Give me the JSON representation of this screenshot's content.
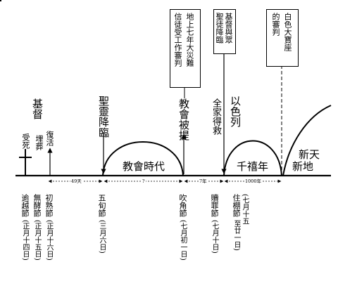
{
  "diagram": {
    "events": {
      "christ": "基督",
      "died": "受死",
      "buried": "埋葬",
      "rose": "復活",
      "spirit_descends": "聖靈降臨",
      "church_raptured": "教會被提",
      "all_saved": "全家得救",
      "israel": "以色列",
      "new_heaven_line1": "新天",
      "new_heaven_line2": "新地"
    },
    "periods": {
      "church_age": "教會時代",
      "millennium": "千禧年"
    },
    "intervals": {
      "forty_nine_days": "49天",
      "unknown": "?",
      "seven_years": "7年",
      "thousand_years": "1000年"
    },
    "boxes": {
      "judgment_and_tribulation": [
        "地上七年大災難",
        "信徒受工作審判"
      ],
      "christ_with_saints": [
        "基督與眾",
        "聖徒降臨"
      ],
      "white_throne": [
        "白色大寶座",
        "的審判"
      ]
    },
    "feasts": {
      "passover": [
        "逾越節",
        "(正月十四日)"
      ],
      "unleavened_bread": [
        "無酵節",
        "(正月十五日)"
      ],
      "firstfruits": [
        "初熟節",
        "(正月十六日)"
      ],
      "pentecost": [
        "五旬節",
        "(三月六日)"
      ],
      "trumpets": [
        "吹角節",
        "(七月初一日)"
      ],
      "atonement": [
        "贖罪節",
        "(七月十日)"
      ],
      "tabernacles": [
        "住棚節",
        "(七月十五",
        "至廿一日)"
      ]
    }
  }
}
